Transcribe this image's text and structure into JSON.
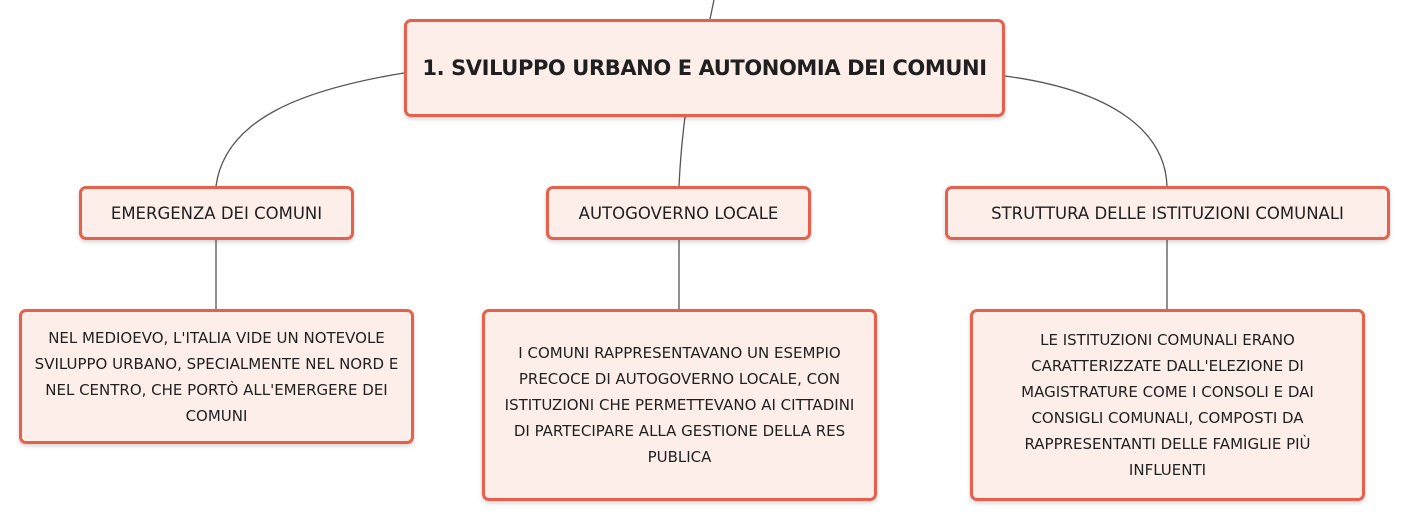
{
  "root": {
    "label": "1. SVILUPPO URBANO E AUTONOMIA DEI COMUNI"
  },
  "branches": [
    {
      "title": "EMERGENZA DEI COMUNI",
      "detail": "NEL MEDIOEVO, L'ITALIA VIDE UN NOTEVOLE SVILUPPO URBANO, SPECIALMENTE NEL NORD E NEL CENTRO, CHE PORTÒ ALL'EMERGERE DEI COMUNI"
    },
    {
      "title": "AUTOGOVERNO LOCALE",
      "detail": "I COMUNI RAPPRESENTAVANO UN ESEMPIO PRECOCE DI AUTOGOVERNO LOCALE, CON ISTITUZIONI CHE PERMETTEVANO AI CITTADINI DI PARTECIPARE ALLA GESTIONE DELLA RES PUBLICA"
    },
    {
      "title": "STRUTTURA DELLE ISTITUZIONI COMUNALI",
      "detail": "LE ISTITUZIONI COMUNALI ERANO CARATTERIZZATE DALL'ELEZIONE DI MAGISTRATURE COME I CONSOLI E DAI CONSIGLI COMUNALI, COMPOSTI DA RAPPRESENTANTI DELLE FAMIGLIE PIÙ INFLUENTI"
    }
  ],
  "colors": {
    "node_border": "#e7604c",
    "node_fill": "#fdeee9",
    "connector": "#555555",
    "text": "#1f1f1f"
  }
}
